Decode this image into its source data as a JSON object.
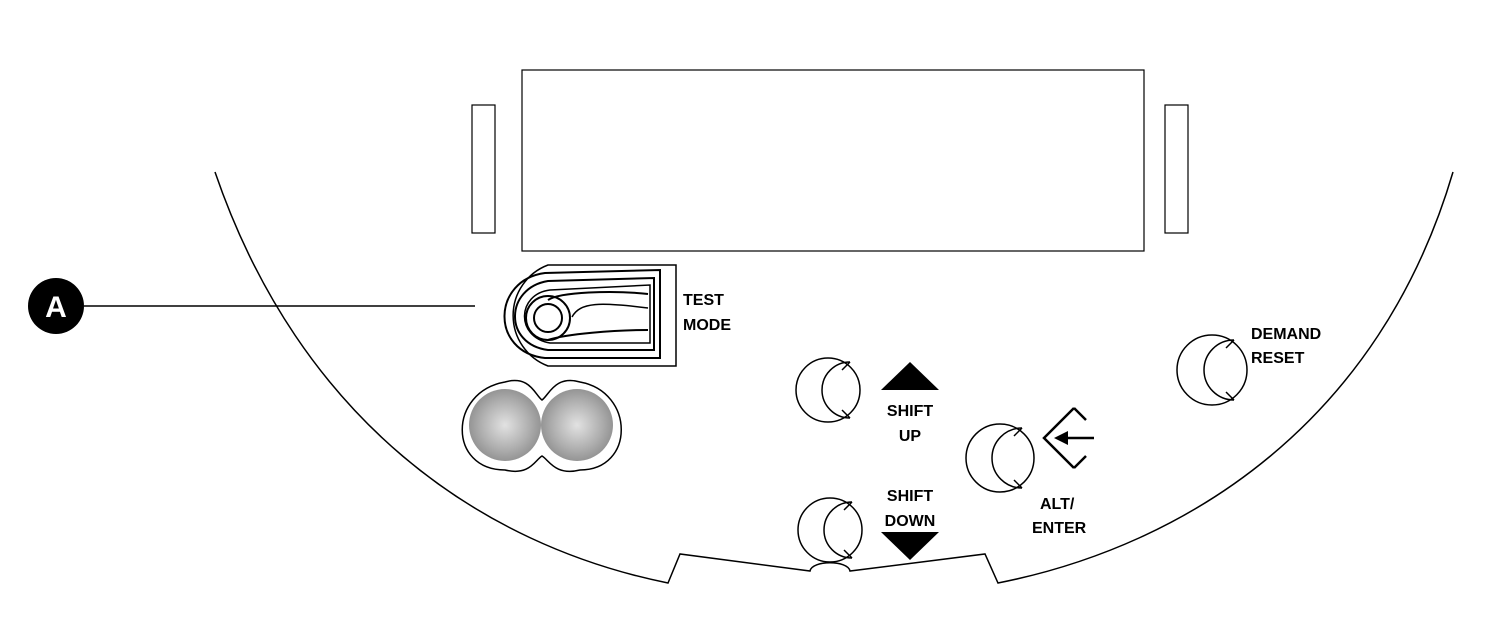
{
  "callout": {
    "letter": "A"
  },
  "test_mode": {
    "line1": "TEST",
    "line2": "MODE"
  },
  "shift_up": {
    "line1": "SHIFT",
    "line2": "UP"
  },
  "shift_down": {
    "line1": "SHIFT",
    "line2": "DOWN"
  },
  "alt_enter": {
    "line1": "ALT/",
    "line2": "ENTER"
  },
  "demand_reset": {
    "line1": "DEMAND",
    "line2": "RESET"
  },
  "colors": {
    "stroke": "#000000",
    "led_fill": "#a8a8a8",
    "callout_fill": "#000000"
  },
  "icons": {
    "test_mode_switch": "test-mode-key-switch-icon",
    "shift_up": "triangle-up-icon",
    "shift_down": "triangle-down-icon",
    "alt_enter": "enter-arrow-diamond-icon"
  }
}
